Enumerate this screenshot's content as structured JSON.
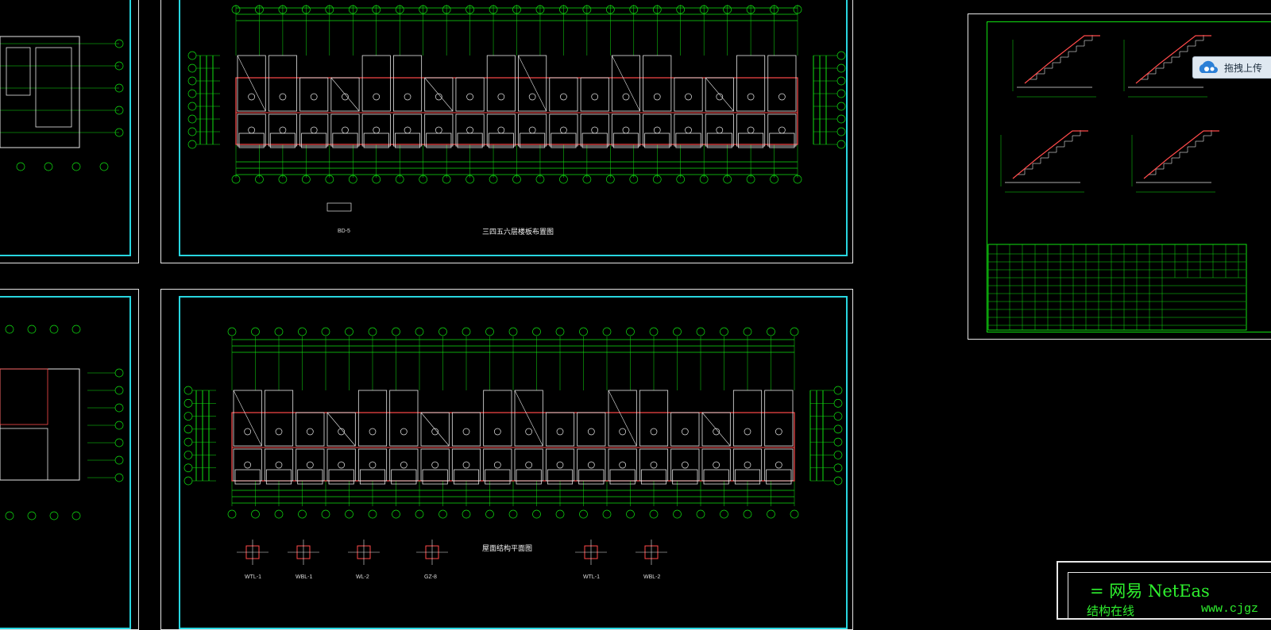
{
  "viewer": {
    "upload_button_label": "拖拽上传"
  },
  "drawings": {
    "upper_plan_title": "三四五六层楼板布置图",
    "upper_section_label": "BD-5",
    "lower_plan_title": "屋面结构平面图",
    "lower_details": [
      "WTL-1",
      "WBL-1",
      "WL-2",
      "GZ-8",
      "WTL-1",
      "WBL-2"
    ]
  },
  "watermark": {
    "title": "=  网易 NetEas",
    "subtitle": "结构在线",
    "url": "www.cjgz"
  },
  "colors": {
    "background": "#000000",
    "sheet_border": "#28d6e0",
    "frame_border": "#e6e6e6",
    "cad_green": "#10e010",
    "cad_red": "#ff4a4a",
    "cad_white": "#e6e6e6",
    "brand_green": "#2ef02e"
  }
}
